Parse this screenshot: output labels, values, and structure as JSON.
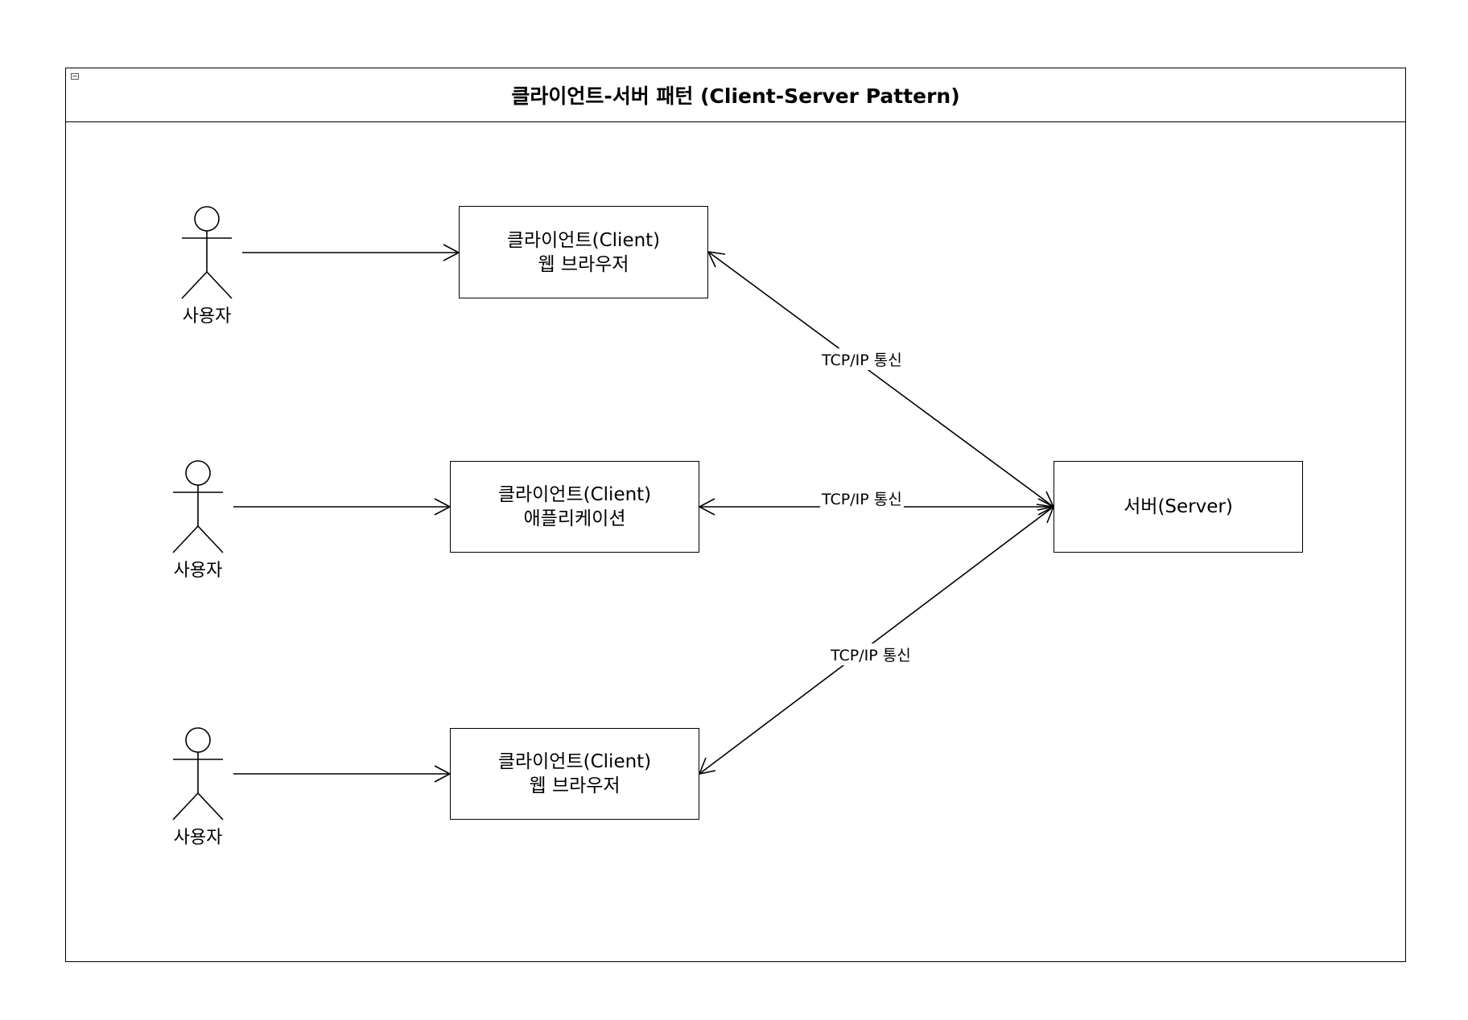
{
  "title": "클라이언트-서버 패턴 (Client-Server Pattern)",
  "actors": [
    {
      "label": "사용자"
    },
    {
      "label": "사용자"
    },
    {
      "label": "사용자"
    }
  ],
  "clients": [
    {
      "line1": "클라이언트(Client)",
      "line2": "웹 브라우저"
    },
    {
      "line1": "클라이언트(Client)",
      "line2": "애플리케이션"
    },
    {
      "line1": "클라이언트(Client)",
      "line2": "웹 브라우저"
    }
  ],
  "server": {
    "label": "서버(Server)"
  },
  "connections": [
    {
      "label": "TCP/IP 통신"
    },
    {
      "label": "TCP/IP 통신"
    },
    {
      "label": "TCP/IP 통신"
    }
  ]
}
